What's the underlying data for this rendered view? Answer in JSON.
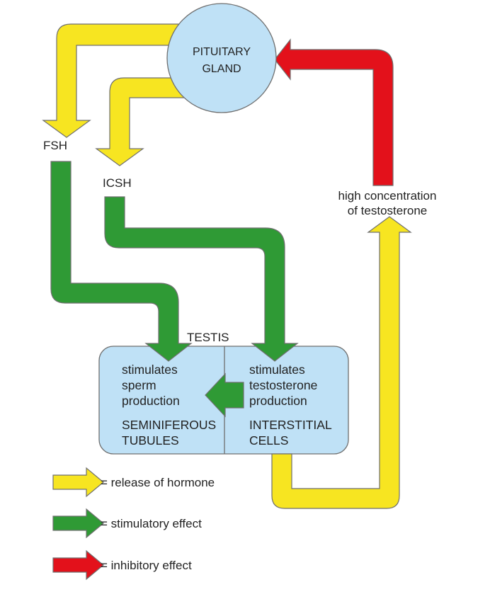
{
  "colors": {
    "yellow": "#f7e521",
    "green": "#2f9a35",
    "red": "#e3111b",
    "blue": "#bfe1f6",
    "outline": "#6f6f6f",
    "text": "#222222"
  },
  "pituitary": {
    "line1": "PITUITARY",
    "line2": "GLAND"
  },
  "hormones": {
    "fsh": "FSH",
    "icsh": "ICSH"
  },
  "feedback": {
    "line1": "high concentration",
    "line2": "of testosterone"
  },
  "testis": {
    "label": "TESTIS",
    "left": {
      "lines": [
        "stimulates",
        "sperm",
        "production"
      ],
      "name_lines": [
        "SEMINIFEROUS",
        "TUBULES"
      ]
    },
    "right": {
      "lines": [
        "stimulates",
        "testosterone",
        "production"
      ],
      "name_lines": [
        "INTERSTITIAL",
        "CELLS"
      ]
    }
  },
  "legend": [
    {
      "color": "yellow",
      "icon": "yellow-arrow-icon",
      "label": "= release of hormone"
    },
    {
      "color": "green",
      "icon": "green-arrow-icon",
      "label": "= stimulatory effect"
    },
    {
      "color": "red",
      "icon": "red-arrow-icon",
      "label": "= inhibitory effect"
    }
  ]
}
